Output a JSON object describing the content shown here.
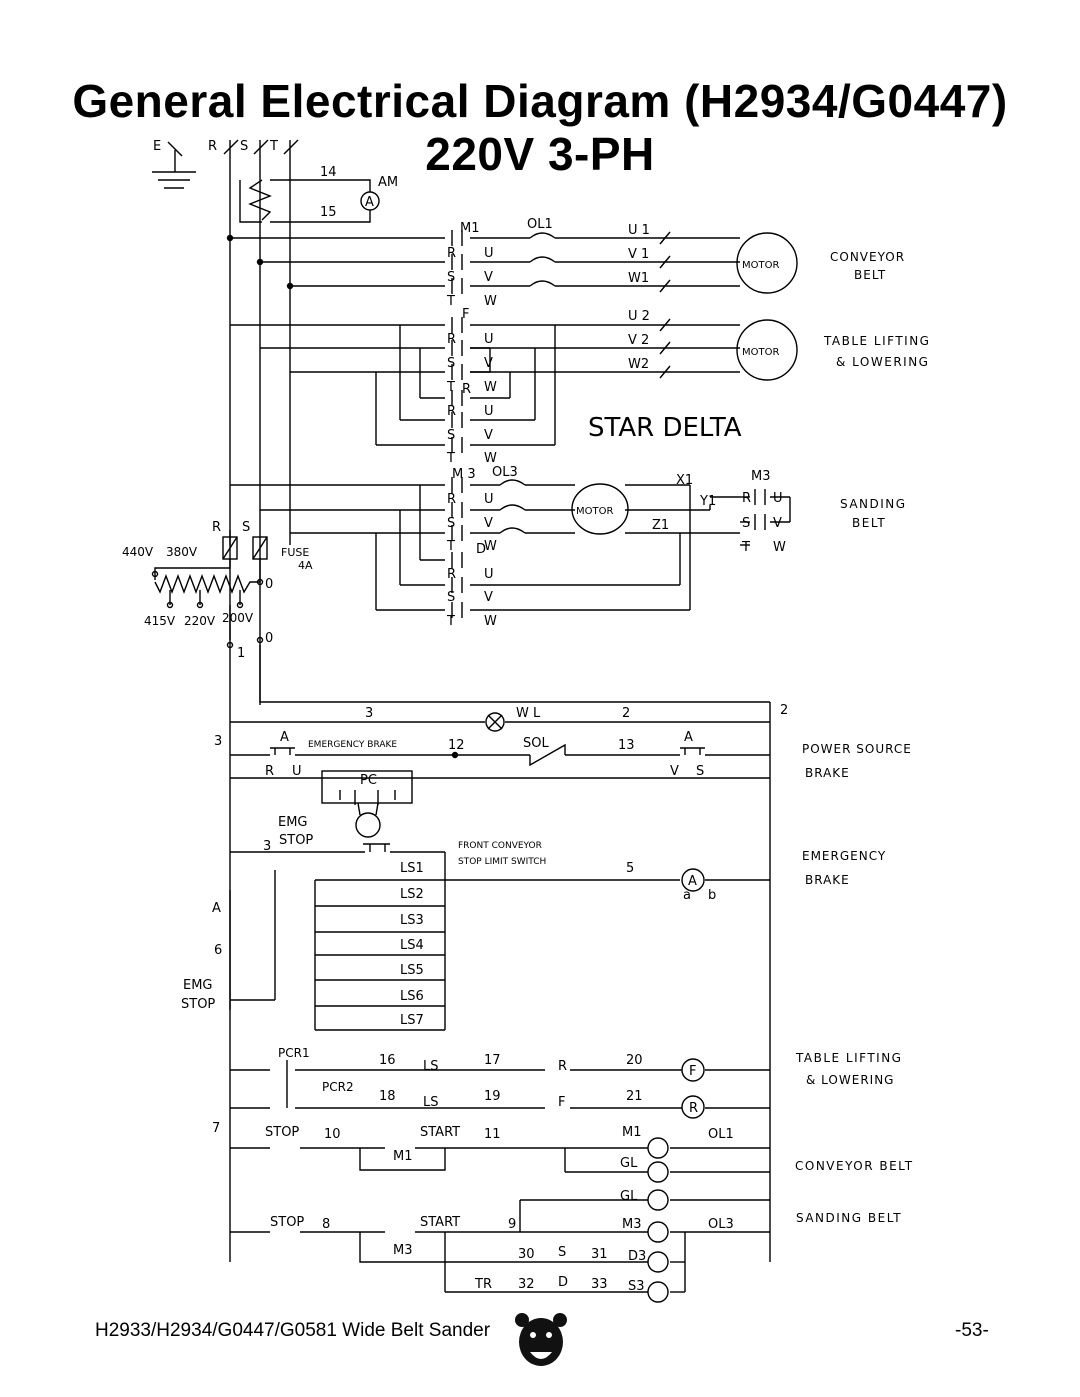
{
  "title": {
    "line1": "General Electrical Diagram (H2934/G0447)",
    "line2": "220V 3-PH"
  },
  "supply": {
    "e": "E",
    "r": "R",
    "s": "S",
    "t": "T",
    "n14": "14",
    "n15": "15",
    "am": "AM",
    "a": "A"
  },
  "power_section": {
    "conveyor": {
      "m": "M1",
      "ol": "OL1",
      "r": "R",
      "s": "S",
      "t": "T",
      "u": "U",
      "v": "V",
      "w": "W",
      "u1": "U 1",
      "v1": "V 1",
      "w1": "W1",
      "motor": "MOTOR",
      "label1": "CONVEYOR",
      "label2": "BELT"
    },
    "table": {
      "f": "F",
      "r1": "R",
      "s1": "S",
      "t1": "T",
      "u1": "U",
      "v1": "V",
      "w1": "W",
      "rmid": "R",
      "r2": "R",
      "s2": "S",
      "t2": "T",
      "u2": "U",
      "v2": "V",
      "w2": "W",
      "mu": "U 2",
      "mv": "V 2",
      "mw": "W2",
      "motor": "MOTOR",
      "label1": "TABLE  LIFTING",
      "label2": "& LOWERING"
    },
    "star_delta": "STAR DELTA",
    "sanding": {
      "m3": "M 3",
      "ol3": "OL3",
      "r": "R",
      "s": "S",
      "t": "T",
      "u": "U",
      "v": "V",
      "w": "W",
      "d": "D",
      "r2": "R",
      "s2": "S",
      "t2": "T",
      "u2": "U",
      "v2": "V",
      "w2": "W",
      "x1": "X1",
      "y1": "Y1",
      "z1": "Z1",
      "motor": "MOTOR",
      "m3r": "M3",
      "rr": "R",
      "ru": "U",
      "rs": "S",
      "rv": "V",
      "rt": "T",
      "rw": "W",
      "label1": "SANDING",
      "label2": "BELT"
    }
  },
  "transformer": {
    "r": "R",
    "s": "S",
    "v440": "440V",
    "v380": "380V",
    "fuse": "FUSE",
    "fuse_a": "4A",
    "zero1": "0",
    "v415": "415V",
    "v220": "220V",
    "v200": "200V",
    "zero2": "0",
    "one": "1"
  },
  "control": {
    "n3": "3",
    "wl": "W L",
    "n2": "2",
    "n2r": "2",
    "n3l": "3",
    "a1": "A",
    "emergency_brake": "EMERGENCY BRAKE",
    "n12": "12",
    "sol": "SOL",
    "n13": "13",
    "a2": "A",
    "r": "R",
    "u": "U",
    "v": "V",
    "s": "S",
    "pc": "PC",
    "power_source": "POWER SOURCE",
    "brake1": "BRAKE",
    "emg": "EMG",
    "stop_n3": "3",
    "stop": "STOP",
    "front_conveyor1": "FRONT CONVEYOR",
    "front_conveyor2": "STOP LIMIT SWITCH",
    "ls": [
      "LS1",
      "LS2",
      "LS3",
      "LS4",
      "LS5",
      "LS6",
      "LS7"
    ],
    "n5": "5",
    "a_coil": "A",
    "a_small": "a",
    "b_small": "b",
    "emergency": "EMERGENCY",
    "brake2": "BRAKE",
    "aL": "A",
    "n6": "6",
    "emg2": "EMG",
    "stop2": "STOP",
    "pcr1": "PCR1",
    "n16": "16",
    "ls_a": "LS",
    "n17": "17",
    "rc": "R",
    "n20": "20",
    "f_coil": "F",
    "pcr2": "PCR2",
    "n18": "18",
    "ls_b": "LS",
    "n19": "19",
    "fc": "F",
    "n21": "21",
    "r_coil": "R",
    "table_l1": "TABLE  LIFTING",
    "table_l2": "& LOWERING",
    "n7": "7",
    "stop3": "STOP",
    "n10": "10",
    "start1": "START",
    "n11": "11",
    "m1": "M1",
    "ol1": "OL1",
    "m1b": "M1",
    "gl1": "GL",
    "conveyor_belt": "CONVEYOR  BELT",
    "gl2": "GL",
    "stop4": "STOP",
    "n8": "8",
    "start2": "START",
    "n9": "9",
    "m3": "M3",
    "ol3": "OL3",
    "m3b": "M3",
    "sanding_belt": "SANDING  BELT",
    "n30": "30",
    "sS": "S",
    "n31": "31",
    "d3": "D3",
    "tr": "TR",
    "n32": "32",
    "dD": "D",
    "n33": "33",
    "s3": "S3"
  },
  "footer": {
    "text": "H2933/H2934/G0447/G0581 Wide Belt Sander",
    "page": "-53-"
  }
}
